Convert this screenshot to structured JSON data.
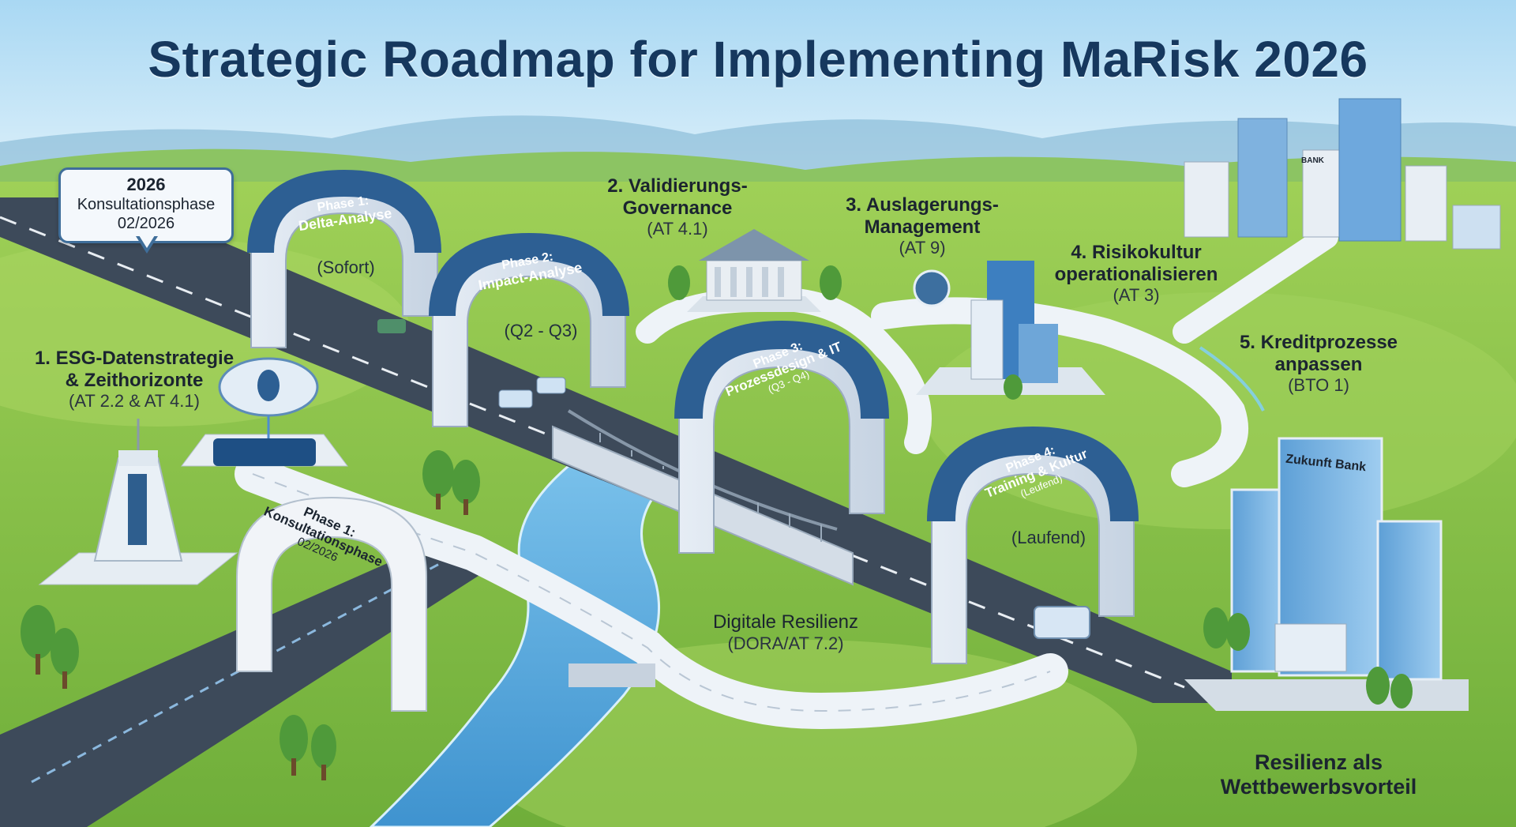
{
  "title": "Strategic Roadmap for Implementing MaRisk 2026",
  "callout": {
    "year": "2026",
    "line1": "Konsultationsphase",
    "line2": "02/2026"
  },
  "phases": [
    {
      "label": "Phase 1:",
      "name": "Delta-Analyse",
      "timing": "(Sofort)"
    },
    {
      "label": "Phase 2:",
      "name": "Impact-Analyse",
      "timing": "(Q2 - Q3)"
    },
    {
      "label": "Phase 3:",
      "name": "Prozessdesign & IT",
      "timing": "(Q3 - Q4)"
    },
    {
      "label": "Phase 4:",
      "name": "Training & Kultur",
      "timing": "(Leufend)",
      "sub": "(Laufend)"
    },
    {
      "label": "Phase 1:",
      "name": "Konsultationsphase",
      "timing": "02/2026"
    }
  ],
  "topics": [
    {
      "line1": "1. ESG-Datenstrategie",
      "line2": "& Zeithorizonte",
      "ref": "(AT 2.2 & AT 4.1)"
    },
    {
      "line1": "2. Validierungs-",
      "line2": "Governance",
      "ref": "(AT 4.1)"
    },
    {
      "line1": "3. Auslagerungs-",
      "line2": "Management",
      "ref": "(AT 9)"
    },
    {
      "line1": "4. Risikokultur",
      "line2": "operationalisieren",
      "ref": "(AT 3)"
    },
    {
      "line1": "5. Kreditprozesse",
      "line2": "anpassen",
      "ref": "(BTO 1)"
    }
  ],
  "resilience": {
    "line1": "Digitale Resilienz",
    "ref": "(DORA/AT 7.2)"
  },
  "goal": {
    "line1": "Resilienz als",
    "line2": "Wettbewerbsvorteil"
  },
  "bank_signs": {
    "future_bank": "Zukunft Bank",
    "small_bank": "BANK"
  },
  "colors": {
    "title": "#16385e",
    "arch": "#2d5f93",
    "arch_face": "#eef3f8",
    "grass": "#86c04a",
    "road": "#3d4a5a",
    "river": "#5aaee0"
  }
}
